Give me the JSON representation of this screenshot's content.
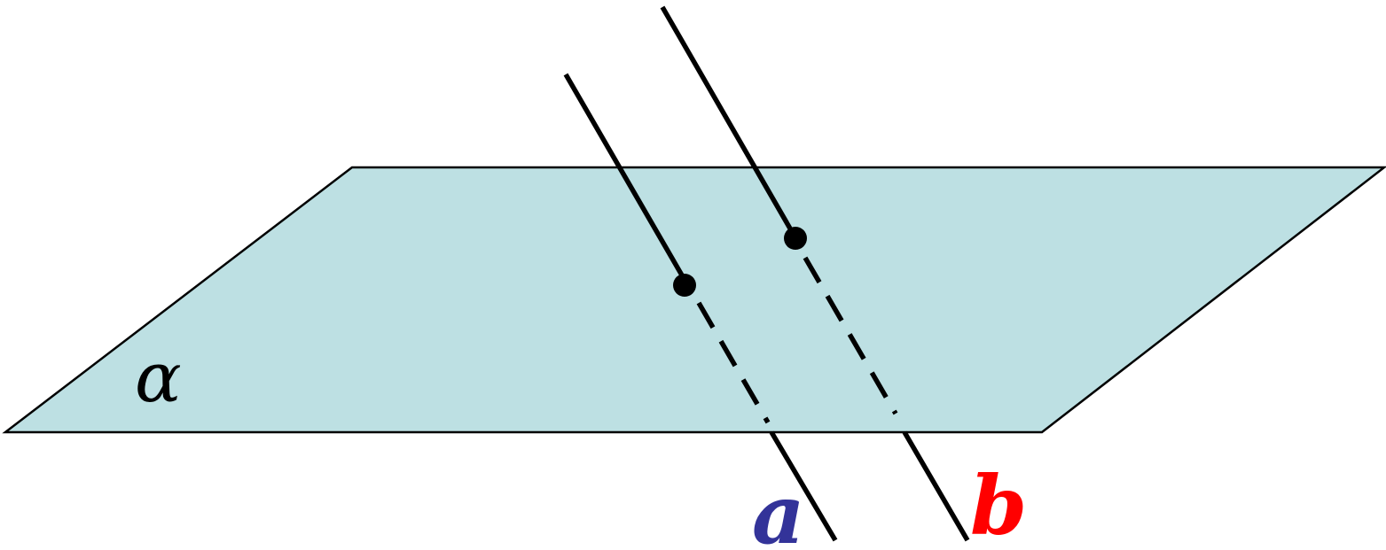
{
  "plane": {
    "label": "α",
    "fill_color": "#bde0e3",
    "edge_color": "#000000"
  },
  "lines": [
    {
      "id": "a",
      "label": "a",
      "label_color": "#333399"
    },
    {
      "id": "b",
      "label": "b",
      "label_color": "#ff0000"
    }
  ],
  "line_color": "#000000",
  "point_color": "#000000"
}
